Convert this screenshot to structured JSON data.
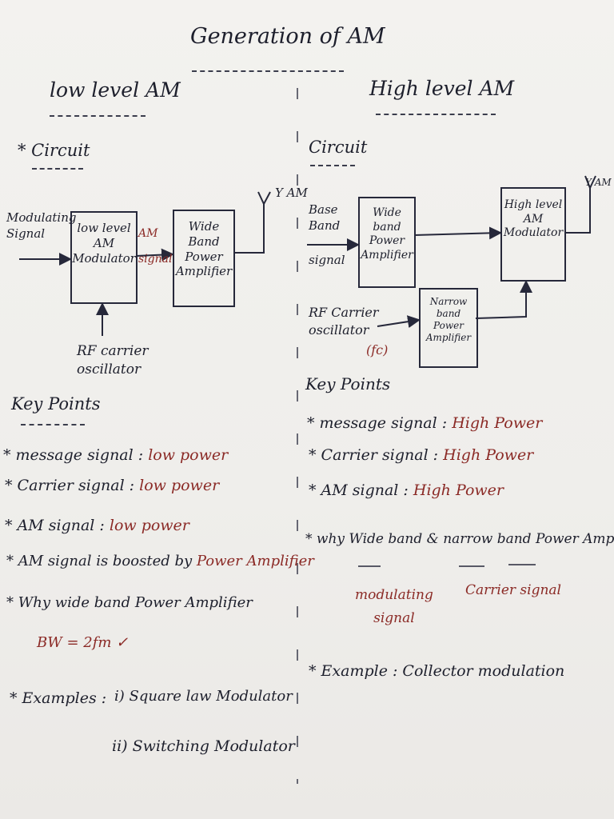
{
  "title": "Generation of AM",
  "left": {
    "heading": "low level AM",
    "circuit_label": "* Circuit",
    "input_label": "Modulating\nSignal",
    "block1": "low level\nAM\nModulator",
    "am_signal_label": "AM\nsignal",
    "block2": "Wide Band\nPower\nAmplifier",
    "output_label": "Y AM",
    "carrier_label": "RF carrier\noscillator",
    "key_points_title": "Key Points",
    "points": [
      {
        "prefix": "* message signal :",
        "value": "low power"
      },
      {
        "prefix": "* Carrier signal :",
        "value": "low power"
      },
      {
        "prefix": "* AM signal :",
        "value": "low power"
      },
      {
        "prefix": "* AM signal is boosted by",
        "value": "Power Amplifier"
      },
      {
        "prefix": "* Why wide band Power Amplifier",
        "value": ""
      }
    ],
    "bw": "BW = 2fm ✓",
    "examples_label": "* Examples :",
    "example_1": "i) Square law Modulator",
    "example_2": "ii) Switching Modulator"
  },
  "right": {
    "heading": "High level AM",
    "circuit_label": "Circuit",
    "input_label": "Base\nBand",
    "signal_label": "signal",
    "block1": "Wide band\nPower\nAmplifier",
    "block2": "High level\nAM\nModulator",
    "block3": "Narrow band\nPower\nAmplifier",
    "output_label": "Y AM",
    "carrier_label": "RF Carrier\noscillator",
    "fc_label": "(fc)",
    "key_points_title": "Key Points",
    "points": [
      {
        "prefix": "* message signal :",
        "value": "High Power"
      },
      {
        "prefix": "* Carrier signal :",
        "value": "High Power"
      },
      {
        "prefix": "* AM signal :",
        "value": "High Power"
      }
    ],
    "why_prefix": "* why",
    "why_wide": "Wide band",
    "why_and": "&",
    "why_narrow": "narrow band",
    "why_suffix": "Power Amp",
    "annot_modulating": "modulating\nsignal",
    "annot_carrier": "Carrier signal",
    "example": "* Example : Collector modulation"
  },
  "colors": {
    "ink": "#1d1f2c",
    "red_ink": "#8b2a26",
    "paper": "#f1f0ed"
  }
}
